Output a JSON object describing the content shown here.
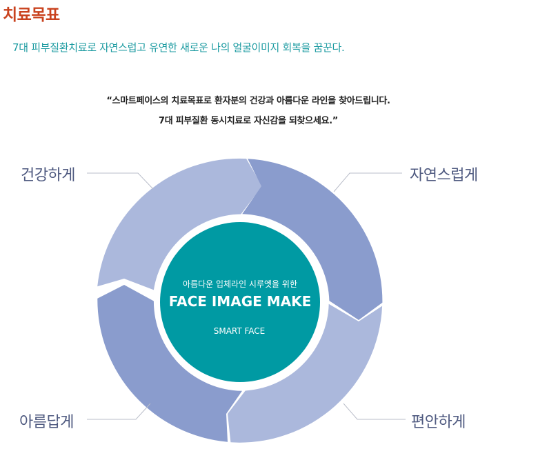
{
  "header": {
    "title": "치료목표",
    "subtitle": "7대 피부질환치료로 자연스럽고 유연한 새로운 나의 얼굴이미지 회복을 꿈꾼다."
  },
  "quote": {
    "line1": "“스마트페이스의 치료목표로 환자분의 건강과 아름다운 라인을 찾아드립니다.",
    "line2": "7대 피부질환 동시치료로 자신감을 되찾으세요.”"
  },
  "cycle": {
    "labels": {
      "top_left": "건강하게",
      "top_right": "자연스럽게",
      "bottom_right": "편안하게",
      "bottom_left": "아름답게"
    },
    "center": {
      "tagline": "아름다운 입체라인 시루엣을 위한",
      "title": "FACE IMAGE MAKE",
      "brand": "SMART FACE"
    }
  },
  "colors": {
    "title": "#c9421e",
    "subtitle": "#1a9aa0",
    "center_circle": "#009aa3",
    "segment_dark": "#8a9ccd",
    "segment_light": "#abb8dc",
    "label_text": "#4f5a80"
  }
}
